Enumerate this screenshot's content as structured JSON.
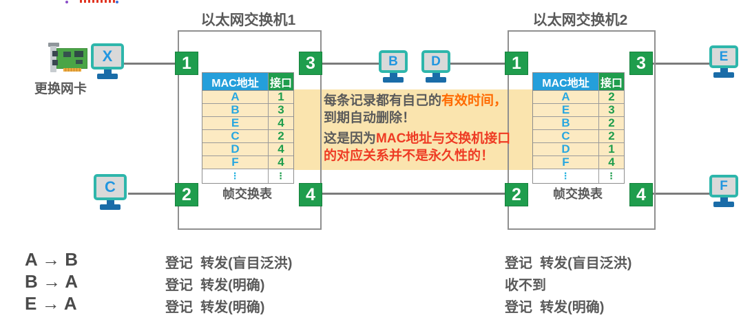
{
  "switch1": {
    "title": "以太网交换机1",
    "caption": "帧交换表",
    "headers": {
      "mac": "MAC地址",
      "port": "接口"
    },
    "ports": {
      "p1": "1",
      "p2": "2",
      "p3": "3",
      "p4": "4"
    },
    "rows": [
      [
        "A",
        "1"
      ],
      [
        "B",
        "3"
      ],
      [
        "E",
        "4"
      ],
      [
        "C",
        "2"
      ],
      [
        "D",
        "4"
      ],
      [
        "F",
        "4"
      ]
    ],
    "ellipsis": "⋮"
  },
  "switch2": {
    "title": "以太网交换机2",
    "caption": "帧交换表",
    "headers": {
      "mac": "MAC地址",
      "port": "接口"
    },
    "ports": {
      "p1": "1",
      "p2": "2",
      "p3": "3",
      "p4": "4"
    },
    "rows": [
      [
        "A",
        "2"
      ],
      [
        "E",
        "3"
      ],
      [
        "B",
        "2"
      ],
      [
        "C",
        "2"
      ],
      [
        "D",
        "1"
      ],
      [
        "F",
        "4"
      ]
    ],
    "ellipsis": "⋮"
  },
  "hosts": {
    "x": "X",
    "c": "C",
    "b": "B",
    "d": "D",
    "e": "E",
    "f": "F"
  },
  "nic": {
    "label": "更换网卡"
  },
  "note": {
    "line1_gray": "每条记录都有自己的",
    "line1_highlight": "有效时间，",
    "line2": "到期自动删除！",
    "line3_gray": "这是因为",
    "line3_highlight": "MAC地址与交换机接口",
    "line4_highlight": "的对应关系并不是永久性的！"
  },
  "events": [
    {
      "label": "A → B",
      "sw1": "登记  转发(盲目泛洪)",
      "sw2": "登记  转发(盲目泛洪)"
    },
    {
      "label": "B → A",
      "sw1": "登记  转发(明确)",
      "sw2": "收不到"
    },
    {
      "label": "E → A",
      "sw1": "登记  转发(明确)",
      "sw2": "登记  转发(明确)"
    }
  ],
  "colors": {
    "port_green": "#1f9d4d",
    "header_blue": "#249fdb",
    "row_cream": "#fceac2",
    "note_band": "#fae4ae",
    "mac_blue": "#29a7e0",
    "highlight_orange": "#ff6a00",
    "highlight_red": "#ee3b24",
    "text_gray": "#595959",
    "monitor_teal": "#2eb6ab",
    "stand_blue": "#1a6ca8",
    "wire_gray": "#7b7b7b"
  }
}
